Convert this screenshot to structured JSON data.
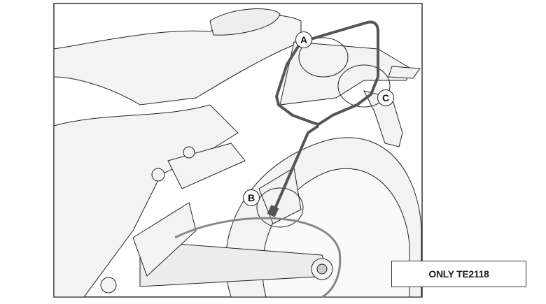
{
  "callouts": {
    "a": "A",
    "b": "B",
    "c": "C"
  },
  "note": "ONLY TE2118",
  "colors": {
    "line": "#222222",
    "fill": "#f2f2f2",
    "rack": "#555555"
  }
}
